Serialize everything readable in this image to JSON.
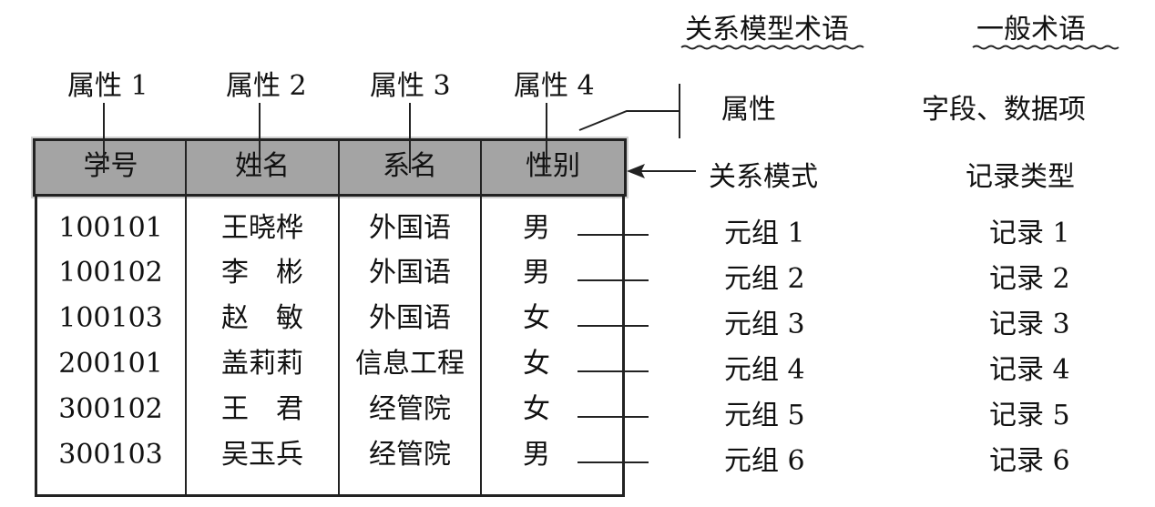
{
  "terms_header": {
    "relational": "关系模型术语",
    "general": "一般术语"
  },
  "attribute_labels": [
    "属性 1",
    "属性 2",
    "属性 3",
    "属性 4"
  ],
  "table": {
    "columns": [
      "学号",
      "姓名",
      "系名",
      "性别"
    ],
    "rows": [
      [
        "100101",
        "王晓桦",
        "外国语",
        "男"
      ],
      [
        "100102",
        "李　彬",
        "外国语",
        "男"
      ],
      [
        "100103",
        "赵　敏",
        "外国语",
        "女"
      ],
      [
        "200101",
        "盖莉莉",
        "信息工程",
        "女"
      ],
      [
        "300102",
        "王　君",
        "经管院",
        "女"
      ],
      [
        "300103",
        "吴玉兵",
        "经管院",
        "男"
      ]
    ]
  },
  "mapping": {
    "attribute": {
      "relational": "属性",
      "general": "字段、数据项"
    },
    "schema": {
      "relational": "关系模式",
      "general": "记录类型"
    },
    "tuples": [
      {
        "relational": "元组 1",
        "general": "记录 1"
      },
      {
        "relational": "元组 2",
        "general": "记录 2"
      },
      {
        "relational": "元组 3",
        "general": "记录 3"
      },
      {
        "relational": "元组 4",
        "general": "记录 4"
      },
      {
        "relational": "元组 5",
        "general": "记录 5"
      },
      {
        "relational": "元组 6",
        "general": "记录 6"
      }
    ]
  }
}
